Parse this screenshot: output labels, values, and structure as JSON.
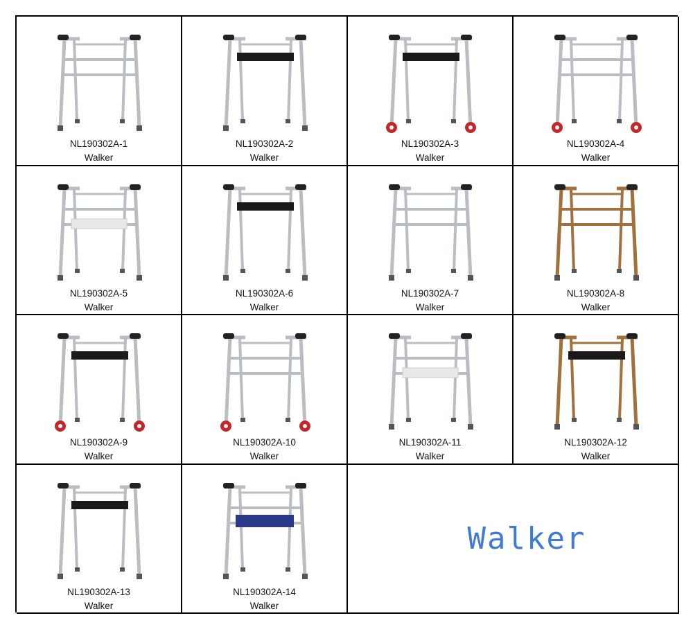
{
  "products": [
    {
      "code": "NL190302A-1",
      "name": "Walker",
      "style": "plain"
    },
    {
      "code": "NL190302A-2",
      "name": "Walker",
      "style": "black-bar"
    },
    {
      "code": "NL190302A-3",
      "name": "Walker",
      "style": "black-bar-wheels"
    },
    {
      "code": "NL190302A-4",
      "name": "Walker",
      "style": "plain-wheels"
    },
    {
      "code": "NL190302A-5",
      "name": "Walker",
      "style": "seat"
    },
    {
      "code": "NL190302A-6",
      "name": "Walker",
      "style": "black-bar"
    },
    {
      "code": "NL190302A-7",
      "name": "Walker",
      "style": "plain"
    },
    {
      "code": "NL190302A-8",
      "name": "Walker",
      "style": "bronze"
    },
    {
      "code": "NL190302A-9",
      "name": "Walker",
      "style": "black-bar-wheels"
    },
    {
      "code": "NL190302A-10",
      "name": "Walker",
      "style": "plain-wheels"
    },
    {
      "code": "NL190302A-11",
      "name": "Walker",
      "style": "seat-board"
    },
    {
      "code": "NL190302A-12",
      "name": "Walker",
      "style": "bronze-black"
    },
    {
      "code": "NL190302A-13",
      "name": "Walker",
      "style": "black-bar"
    },
    {
      "code": "NL190302A-14",
      "name": "Walker",
      "style": "rollator-seat"
    }
  ],
  "feature": {
    "title": "Walker",
    "color": "#3f7ad6"
  },
  "colors": {
    "frame": "#b9bec4",
    "bar": "#1a1a1a",
    "wheel": "#c0282c",
    "bronze": "#a0703f",
    "seat": "#2b3a8c"
  }
}
